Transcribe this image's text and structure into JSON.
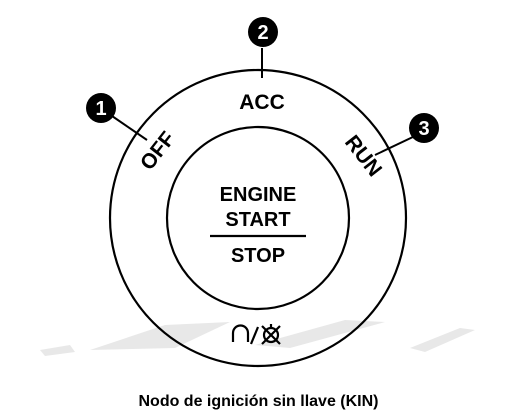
{
  "callouts": [
    "1",
    "2",
    "3"
  ],
  "ring_labels": {
    "off": "OFF",
    "acc": "ACC",
    "run": "RUN"
  },
  "button": {
    "line1": "ENGINE",
    "line2": "START",
    "line3": "STOP",
    "symbol_icon": "power-mute-symbol-icon"
  },
  "caption": "Nodo de ignición sin llave (KIN)",
  "colors": {
    "ink": "#000000",
    "watermark": "#e6e6e6"
  }
}
